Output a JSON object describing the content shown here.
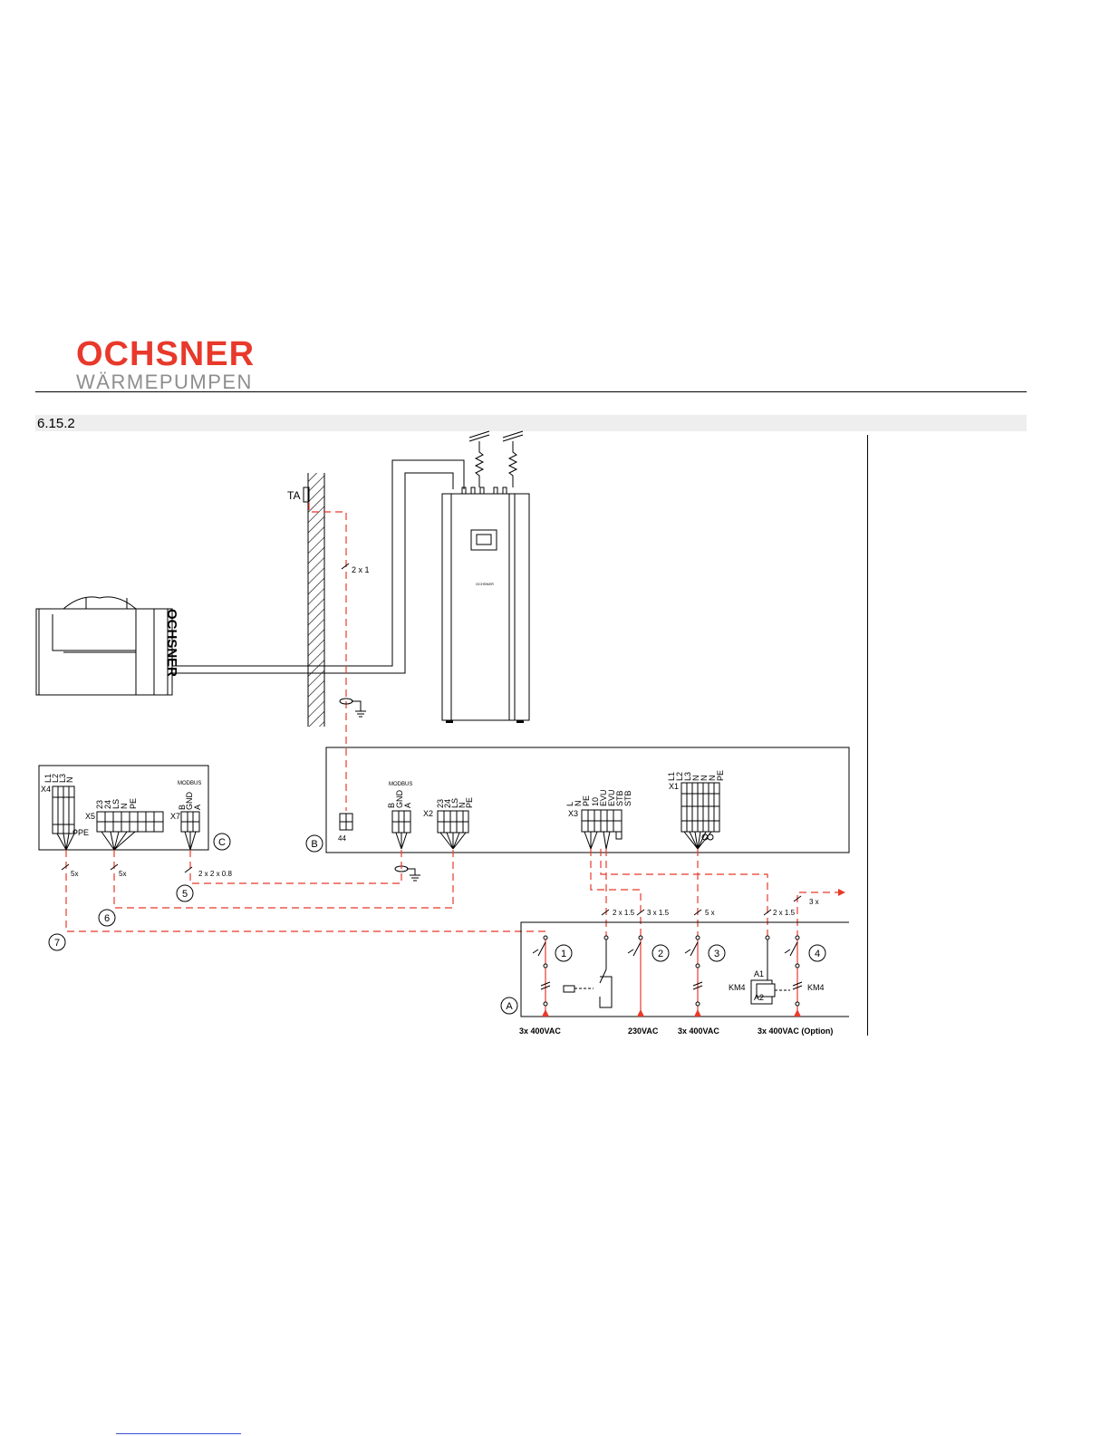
{
  "logo": {
    "main": "OCHSNER",
    "sub": "WÄRMEPUMPEN"
  },
  "section": "6.15.2",
  "labels": {
    "ta": "TA",
    "cable_2x1": "2 x 1",
    "brand_vertical": "OCHSNER",
    "brand_small": "OCHSNER",
    "c_L1": "L1",
    "c_L2": "L2",
    "c_L3": "L3",
    "c_N": "N",
    "c_X4": "X4",
    "c_PE": "PE",
    "c_X5": "X5",
    "c_23": "23",
    "c_24": "24",
    "c_LS": "LS",
    "c_N2": "N",
    "c_PE2": "PE",
    "c_modbus": "MODBUS",
    "c_B": "B",
    "c_GND": "GND",
    "c_A": "A",
    "c_X7": "X7",
    "b_44": "44",
    "b_modbus": "MODBUS",
    "b_B": "B",
    "b_GND": "GND",
    "b_A": "A",
    "b_X2": "X2",
    "b_23": "23",
    "b_24": "24",
    "b_LS": "LS",
    "b_N": "N",
    "b_PE": "PE",
    "b_X3": "X3",
    "b_L": "L",
    "b_N2": "N",
    "b_PE2": "PE",
    "b_10": "10",
    "b_EVU1": "EVU",
    "b_EVU2": "EVU",
    "b_STB1": "STB",
    "b_STB2": "STB",
    "b_X1": "X1",
    "b_L1": "L1",
    "b_L2": "L2",
    "b_L3": "L3",
    "b_N3": "N",
    "b_N4": "N",
    "b_N5": "N",
    "b_PE3": "PE",
    "cable_5x_a": "5x",
    "cable_5x_b": "5x",
    "cable_2x2x08": "2 x 2 x 0.8",
    "cable_2x15_a": "2 x 1.5",
    "cable_3x15": "3 x 1.5",
    "cable_5x_c": "5 x",
    "cable_2x15_b": "2 x 1.5",
    "cable_3x": "3 x",
    "km4_a": "KM4",
    "km4_b": "KM4",
    "a1": "A1",
    "a2": "A2",
    "supply_1": "3x 400VAC",
    "supply_2": "230VAC",
    "supply_3": "3x 400VAC",
    "supply_4": "3x 400VAC (Option)"
  },
  "circles": {
    "A": "A",
    "B": "B",
    "C": "C",
    "n1": "1",
    "n2": "2",
    "n3": "3",
    "n4": "4",
    "n5": "5",
    "n6": "6",
    "n7": "7"
  }
}
